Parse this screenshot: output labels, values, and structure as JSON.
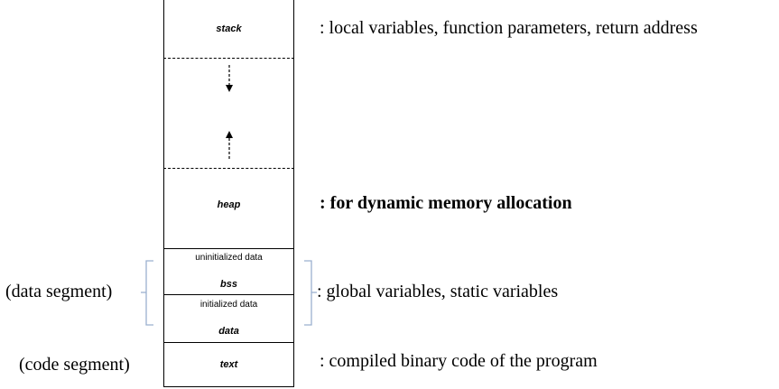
{
  "diagram": {
    "segments": {
      "stack": "stack",
      "heap": "heap",
      "uninitialized_data": "uninitialized data",
      "bss": "bss",
      "initialized_data": "initialized data",
      "data": "data",
      "text": "text"
    },
    "descriptions": {
      "stack": ": local variables, function parameters, return address",
      "heap": ": for dynamic memory allocation",
      "data": ": global variables, static variables",
      "text": ": compiled binary code of the program"
    },
    "side_labels": {
      "data_segment": "(data segment)",
      "code_segment": "(code segment)"
    },
    "bracket_color": "#9bb0cf"
  }
}
